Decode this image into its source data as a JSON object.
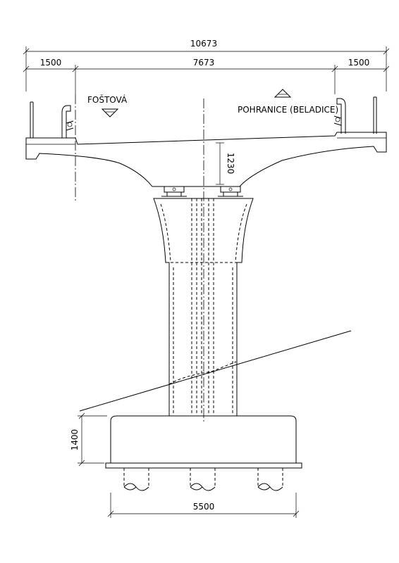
{
  "dimensions": {
    "overall_width": "10673",
    "left_cantilever": "1500",
    "middle_span": "7673",
    "right_cantilever": "1500",
    "deck_depth": "1230",
    "footing_height": "1400",
    "footing_width": "5500"
  },
  "labels": {
    "left_direction": "FOŠTOVÁ",
    "right_direction": "POHRANICE (BELADICE)"
  }
}
